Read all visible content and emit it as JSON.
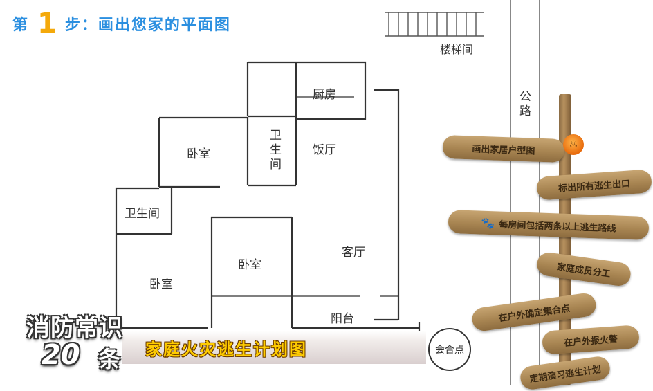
{
  "title": {
    "prefix": "第",
    "step_number": "1",
    "rest": "步：画出您家的平面图"
  },
  "rooms": {
    "kitchen": "厨房",
    "bathroom_top": "卫生间",
    "dining": "饭厅",
    "bedroom_top": "卧室",
    "bathroom_left": "卫生间",
    "bedroom_middle": "卧室",
    "living": "客厅",
    "bedroom_left": "卧室",
    "balcony": "阳台"
  },
  "stairs_label": "楼梯间",
  "road_label": "公路",
  "signs": [
    {
      "text": "画出家居户型图"
    },
    {
      "text": "标出所有逃生出口"
    },
    {
      "text": "每房间包括两条以上逃生路线"
    },
    {
      "text": "家庭成员分工"
    },
    {
      "text": "在户外确定集合点"
    },
    {
      "text": "在户外报火警"
    },
    {
      "text": "定期演习逃生计划"
    }
  ],
  "meeting_point": "会合点",
  "banner": {
    "text": "家庭火灾逃生计划图"
  },
  "logo": {
    "line1": "消防常识",
    "number": "20",
    "unit": "条"
  },
  "colors": {
    "title_blue": "#2b8fe0",
    "title_number": "#f4a90b",
    "banner_text": "#ffcc00",
    "wood": "#a88552"
  },
  "icons": [
    "paw-icon",
    "fire-icon"
  ]
}
